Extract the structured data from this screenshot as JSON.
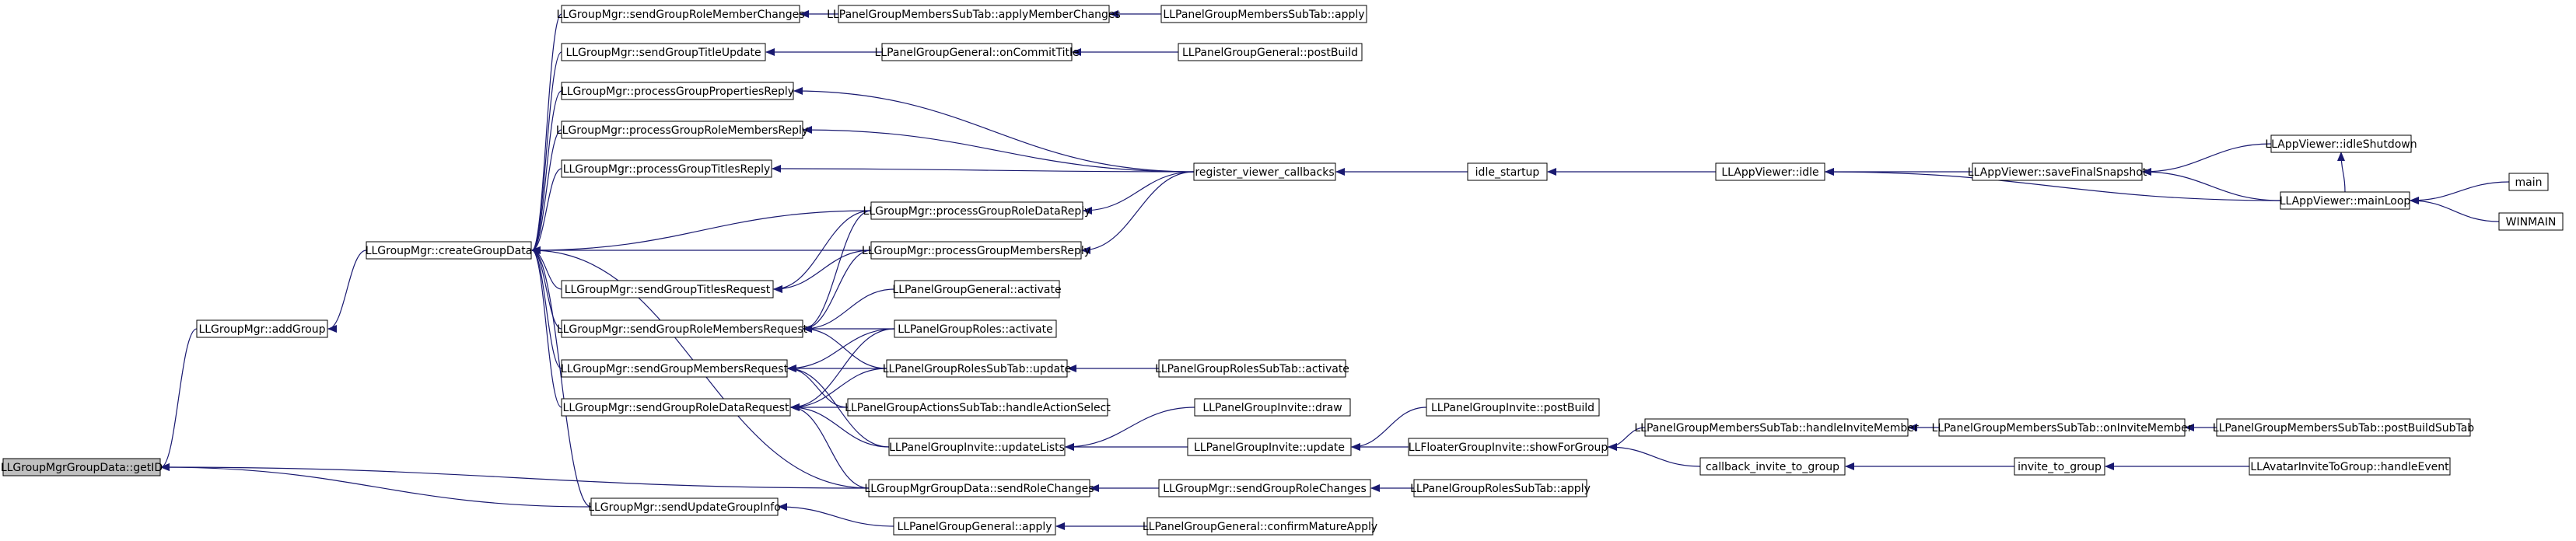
{
  "nodes": [
    {
      "id": "getID",
      "label": "LLGroupMgrGroupData::getID",
      "highlight": true
    },
    {
      "id": "addGroup",
      "label": "LLGroupMgr::addGroup"
    },
    {
      "id": "createGroupData",
      "label": "LLGroupMgr::createGroupData"
    },
    {
      "id": "sendGroupRoleMemberChanges",
      "label": "LLGroupMgr::sendGroupRoleMemberChanges"
    },
    {
      "id": "sendGroupTitleUpdate",
      "label": "LLGroupMgr::sendGroupTitleUpdate"
    },
    {
      "id": "processGroupPropertiesReply",
      "label": "LLGroupMgr::processGroupPropertiesReply"
    },
    {
      "id": "processGroupRoleMembersReply",
      "label": "LLGroupMgr::processGroupRoleMembersReply"
    },
    {
      "id": "processGroupTitlesReply",
      "label": "LLGroupMgr::processGroupTitlesReply"
    },
    {
      "id": "sendGroupTitlesRequest",
      "label": "LLGroupMgr::sendGroupTitlesRequest"
    },
    {
      "id": "sendGroupRoleMembersRequest",
      "label": "LLGroupMgr::sendGroupRoleMembersRequest"
    },
    {
      "id": "sendGroupMembersRequest",
      "label": "LLGroupMgr::sendGroupMembersRequest"
    },
    {
      "id": "sendGroupRoleDataRequest",
      "label": "LLGroupMgr::sendGroupRoleDataRequest"
    },
    {
      "id": "sendUpdateGroupInfo",
      "label": "LLGroupMgr::sendUpdateGroupInfo"
    },
    {
      "id": "membersApplyMemberChanges",
      "label": "LLPanelGroupMembersSubTab::applyMemberChanges"
    },
    {
      "id": "membersApply",
      "label": "LLPanelGroupMembersSubTab::apply"
    },
    {
      "id": "onCommitTitle",
      "label": "LLPanelGroupGeneral::onCommitTitle"
    },
    {
      "id": "postBuild",
      "label": "LLPanelGroupGeneral::postBuild"
    },
    {
      "id": "register_viewer_callbacks",
      "label": "register_viewer_callbacks"
    },
    {
      "id": "processGroupRoleDataReply",
      "label": "LLGroupMgr::processGroupRoleDataReply"
    },
    {
      "id": "processGroupMembersReply",
      "label": "LLGroupMgr::processGroupMembersReply"
    },
    {
      "id": "generalActivate",
      "label": "LLPanelGroupGeneral::activate"
    },
    {
      "id": "rolesActivate",
      "label": "LLPanelGroupRoles::activate"
    },
    {
      "id": "rolesSubTabUpdate",
      "label": "LLPanelGroupRolesSubTab::update"
    },
    {
      "id": "rolesSubTabActivate",
      "label": "LLPanelGroupRolesSubTab::activate"
    },
    {
      "id": "handleActionSelect",
      "label": "LLPanelGroupActionsSubTab::handleActionSelect"
    },
    {
      "id": "inviteDraw",
      "label": "LLPanelGroupInvite::draw"
    },
    {
      "id": "updateLists",
      "label": "LLPanelGroupInvite::updateLists"
    },
    {
      "id": "inviteUpdate",
      "label": "LLPanelGroupInvite::update"
    },
    {
      "id": "invitePostBuild",
      "label": "LLPanelGroupInvite::postBuild"
    },
    {
      "id": "sendRoleChanges",
      "label": "LLGroupMgrGroupData::sendRoleChanges"
    },
    {
      "id": "mgrSendGroupRoleChanges",
      "label": "LLGroupMgr::sendGroupRoleChanges"
    },
    {
      "id": "rolesSubTabApply",
      "label": "LLPanelGroupRolesSubTab::apply"
    },
    {
      "id": "generalApply",
      "label": "LLPanelGroupGeneral::apply"
    },
    {
      "id": "confirmMatureApply",
      "label": "LLPanelGroupGeneral::confirmMatureApply"
    },
    {
      "id": "idle_startup",
      "label": "idle_startup"
    },
    {
      "id": "appIdle",
      "label": "LLAppViewer::idle"
    },
    {
      "id": "saveFinalSnapshot",
      "label": "LLAppViewer::saveFinalSnapshot"
    },
    {
      "id": "idleShutdown",
      "label": "LLAppViewer::idleShutdown"
    },
    {
      "id": "mainLoop",
      "label": "LLAppViewer::mainLoop"
    },
    {
      "id": "main",
      "label": "main"
    },
    {
      "id": "WINMAIN",
      "label": "WINMAIN"
    },
    {
      "id": "showForGroup",
      "label": "LLFloaterGroupInvite::showForGroup"
    },
    {
      "id": "handleInviteMember",
      "label": "LLPanelGroupMembersSubTab::handleInviteMember"
    },
    {
      "id": "onInviteMember",
      "label": "LLPanelGroupMembersSubTab::onInviteMember"
    },
    {
      "id": "postBuildSubTab",
      "label": "LLPanelGroupMembersSubTab::postBuildSubTab"
    },
    {
      "id": "callback_invite_to_group",
      "label": "callback_invite_to_group"
    },
    {
      "id": "invite_to_group",
      "label": "invite_to_group"
    },
    {
      "id": "avatarHandleEvent",
      "label": "LLAvatarInviteToGroup::handleEvent"
    }
  ],
  "edges": [
    [
      "addGroup",
      "getID"
    ],
    [
      "sendUpdateGroupInfo",
      "getID"
    ],
    [
      "sendRoleChanges",
      "getID"
    ],
    [
      "createGroupData",
      "addGroup"
    ],
    [
      "sendGroupRoleMemberChanges",
      "createGroupData"
    ],
    [
      "sendGroupTitleUpdate",
      "createGroupData"
    ],
    [
      "processGroupPropertiesReply",
      "createGroupData"
    ],
    [
      "processGroupRoleMembersReply",
      "createGroupData"
    ],
    [
      "processGroupTitlesReply",
      "createGroupData"
    ],
    [
      "processGroupRoleDataReply",
      "createGroupData"
    ],
    [
      "processGroupMembersReply",
      "createGroupData"
    ],
    [
      "sendGroupTitlesRequest",
      "createGroupData"
    ],
    [
      "sendGroupRoleMembersRequest",
      "createGroupData"
    ],
    [
      "sendGroupMembersRequest",
      "createGroupData"
    ],
    [
      "sendGroupRoleDataRequest",
      "createGroupData"
    ],
    [
      "sendUpdateGroupInfo",
      "createGroupData"
    ],
    [
      "sendRoleChanges",
      "createGroupData"
    ],
    [
      "membersApplyMemberChanges",
      "sendGroupRoleMemberChanges"
    ],
    [
      "membersApply",
      "membersApplyMemberChanges"
    ],
    [
      "onCommitTitle",
      "sendGroupTitleUpdate"
    ],
    [
      "postBuild",
      "onCommitTitle"
    ],
    [
      "register_viewer_callbacks",
      "processGroupPropertiesReply"
    ],
    [
      "register_viewer_callbacks",
      "processGroupRoleMembersReply"
    ],
    [
      "register_viewer_callbacks",
      "processGroupTitlesReply"
    ],
    [
      "register_viewer_callbacks",
      "processGroupRoleDataReply"
    ],
    [
      "register_viewer_callbacks",
      "processGroupMembersReply"
    ],
    [
      "idle_startup",
      "register_viewer_callbacks"
    ],
    [
      "appIdle",
      "idle_startup"
    ],
    [
      "saveFinalSnapshot",
      "appIdle"
    ],
    [
      "mainLoop",
      "appIdle"
    ],
    [
      "idleShutdown",
      "saveFinalSnapshot"
    ],
    [
      "mainLoop",
      "saveFinalSnapshot"
    ],
    [
      "mainLoop",
      "idleShutdown"
    ],
    [
      "main",
      "mainLoop"
    ],
    [
      "WINMAIN",
      "mainLoop"
    ],
    [
      "processGroupRoleDataReply",
      "sendGroupTitlesRequest"
    ],
    [
      "processGroupMembersReply",
      "sendGroupTitlesRequest"
    ],
    [
      "processGroupRoleDataReply",
      "sendGroupRoleMembersRequest"
    ],
    [
      "processGroupMembersReply",
      "sendGroupRoleMembersRequest"
    ],
    [
      "generalActivate",
      "sendGroupRoleMembersRequest"
    ],
    [
      "rolesActivate",
      "sendGroupRoleMembersRequest"
    ],
    [
      "rolesSubTabUpdate",
      "sendGroupRoleMembersRequest"
    ],
    [
      "rolesActivate",
      "sendGroupMembersRequest"
    ],
    [
      "rolesSubTabUpdate",
      "sendGroupMembersRequest"
    ],
    [
      "handleActionSelect",
      "sendGroupMembersRequest"
    ],
    [
      "updateLists",
      "sendGroupMembersRequest"
    ],
    [
      "rolesActivate",
      "sendGroupRoleDataRequest"
    ],
    [
      "rolesSubTabUpdate",
      "sendGroupRoleDataRequest"
    ],
    [
      "handleActionSelect",
      "sendGroupRoleDataRequest"
    ],
    [
      "updateLists",
      "sendGroupRoleDataRequest"
    ],
    [
      "sendRoleChanges",
      "sendGroupRoleDataRequest"
    ],
    [
      "rolesSubTabActivate",
      "rolesSubTabUpdate"
    ],
    [
      "inviteDraw",
      "updateLists"
    ],
    [
      "inviteUpdate",
      "updateLists"
    ],
    [
      "invitePostBuild",
      "inviteUpdate"
    ],
    [
      "showForGroup",
      "inviteUpdate"
    ],
    [
      "handleInviteMember",
      "showForGroup"
    ],
    [
      "callback_invite_to_group",
      "showForGroup"
    ],
    [
      "onInviteMember",
      "handleInviteMember"
    ],
    [
      "postBuildSubTab",
      "onInviteMember"
    ],
    [
      "invite_to_group",
      "callback_invite_to_group"
    ],
    [
      "avatarHandleEvent",
      "invite_to_group"
    ],
    [
      "mgrSendGroupRoleChanges",
      "sendRoleChanges"
    ],
    [
      "rolesSubTabApply",
      "mgrSendGroupRoleChanges"
    ],
    [
      "generalApply",
      "sendUpdateGroupInfo"
    ],
    [
      "confirmMatureApply",
      "generalApply"
    ]
  ],
  "colors": {
    "edge": "#191970",
    "nodeBorder": "#000000",
    "nodeFill": "#ffffff",
    "highlightFill": "#bfbfbf",
    "text": "#000000"
  }
}
